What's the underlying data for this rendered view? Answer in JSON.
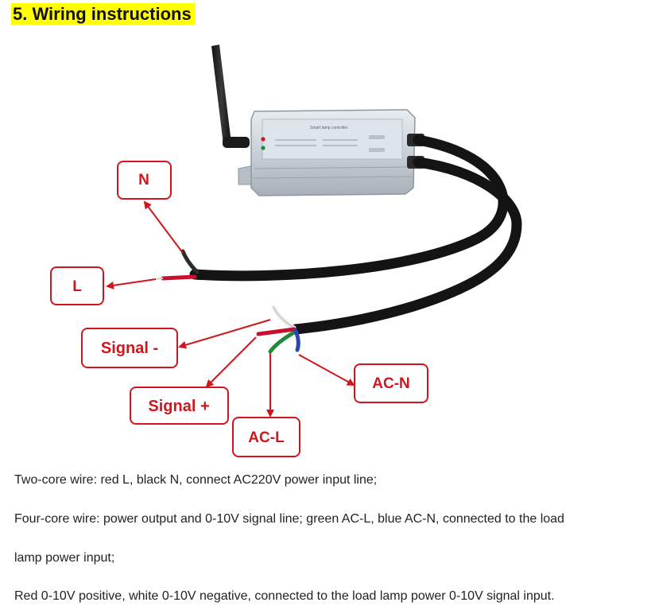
{
  "heading": "5. Wiring instructions",
  "colors": {
    "highlight": "#ffff00",
    "callout": "#d0161c",
    "wire_red": "#c8102e",
    "wire_green": "#1e8a3c",
    "wire_blue": "#2b46b0",
    "cable": "#141414",
    "housing": "#c9d0d6"
  },
  "diagram": {
    "device": {
      "label": "Smart lamp controller"
    },
    "labels": {
      "n": "N",
      "l": "L",
      "signal_minus": "Signal -",
      "signal_plus": "Signal +",
      "ac_l": "AC-L",
      "ac_n": "AC-N"
    }
  },
  "paragraphs": [
    "Two-core wire: red L, black N, connect AC220V power input line;",
    "Four-core wire: power output and 0-10V signal line; green AC-L, blue AC-N, connected to the load",
    "lamp power input;",
    "Red 0-10V positive, white 0-10V negative, connected to the load lamp power 0-10V signal input."
  ]
}
